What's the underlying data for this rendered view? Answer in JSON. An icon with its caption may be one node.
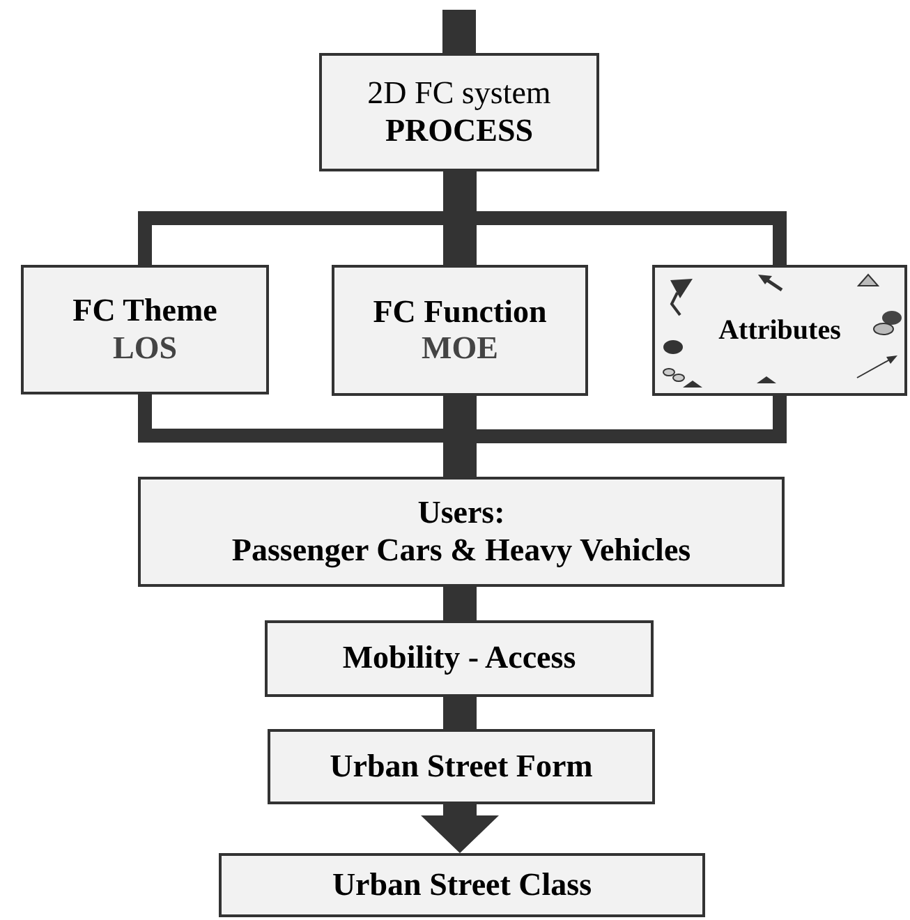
{
  "diagram": {
    "nodes": [
      {
        "text": [
          "2D FC system",
          "PROCESS"
        ]
      },
      {
        "text": [
          "FC Theme",
          "LOS"
        ]
      },
      {
        "text": [
          "FC Function",
          "MOE"
        ]
      },
      {
        "text": [
          "Attributes"
        ]
      },
      {
        "text": [
          "Users:",
          "Passenger Cars & Heavy Vehicles"
        ]
      },
      {
        "text": [
          "Mobility - Access"
        ]
      },
      {
        "text": [
          "Urban Street Form"
        ]
      },
      {
        "text": [
          "Urban Street Class"
        ]
      }
    ],
    "edges": [
      {
        "from": null,
        "to": 0,
        "arrow": "none"
      },
      {
        "from": 0,
        "to": 1,
        "arrow": "none"
      },
      {
        "from": 0,
        "to": 2,
        "arrow": "none"
      },
      {
        "from": 0,
        "to": 3,
        "arrow": "none"
      },
      {
        "from": 1,
        "to": 4,
        "arrow": "none"
      },
      {
        "from": 2,
        "to": 4,
        "arrow": "none"
      },
      {
        "from": 3,
        "to": 4,
        "arrow": "none"
      },
      {
        "from": 4,
        "to": 5,
        "arrow": "none"
      },
      {
        "from": 5,
        "to": 6,
        "arrow": "none"
      },
      {
        "from": 6,
        "to": 7,
        "arrow": "to"
      }
    ]
  }
}
